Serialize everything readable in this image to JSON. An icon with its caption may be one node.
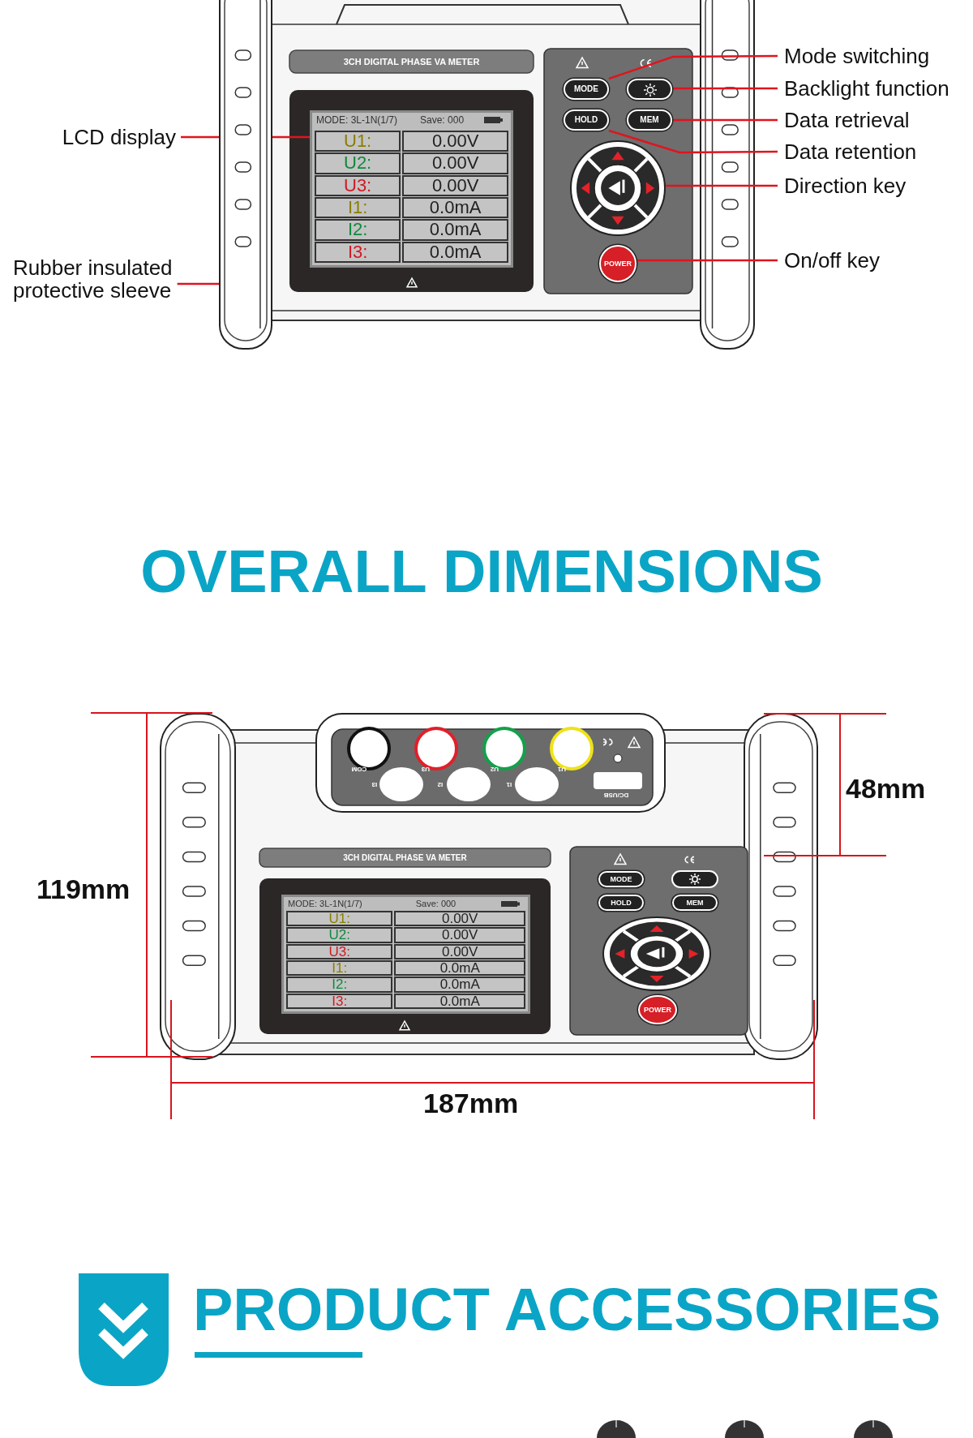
{
  "diagram": {
    "nodes": [
      {
        "text": [
          "LCD display"
        ]
      },
      {
        "text": [
          "Rubber insulated protective sleeve"
        ]
      },
      {
        "text": [
          "Mode switching"
        ]
      },
      {
        "text": [
          "Backlight function"
        ]
      },
      {
        "text": [
          "Data retrieval"
        ]
      },
      {
        "text": [
          "Data retention"
        ]
      },
      {
        "text": [
          "Direction key"
        ]
      },
      {
        "text": [
          "On/off key"
        ]
      },
      {
        "text": [],
        "shape": "box"
      },
      {
        "text": [],
        "shape": "bar"
      },
      {
        "text": [
          "MODE"
        ]
      },
      {
        "text": [],
        "shape": "button"
      },
      {
        "text": [
          "MEM"
        ]
      },
      {
        "text": [
          "HOLD"
        ]
      },
      {
        "text": [],
        "shape": "circle"
      },
      {
        "text": [
          "POWER"
        ]
      }
    ],
    "edges": [
      {
        "from": 0,
        "to": 8,
        "arrow": "none"
      },
      {
        "from": 1,
        "to": 9,
        "arrow": "none"
      },
      {
        "from": 2,
        "to": 10,
        "arrow": "none"
      },
      {
        "from": 3,
        "to": 11,
        "arrow": "none"
      },
      {
        "from": 4,
        "to": 12,
        "arrow": "none"
      },
      {
        "from": 5,
        "to": 13,
        "arrow": "none"
      },
      {
        "from": 6,
        "to": 14,
        "arrow": "none"
      },
      {
        "from": 7,
        "to": 15,
        "arrow": "none"
      }
    ],
    "labels": [
      "3CH DIGITAL PHASE VA METER",
      "MODE: 3L-1N(1/7)",
      "Save: 000",
      "U1:",
      "0.00V",
      "U2:",
      "0.00V",
      "U3:",
      "0.00V",
      "I1:",
      "0.0mA",
      "I2:",
      "0.0mA",
      "I3:",
      "0.0mA",
      "OVERALL DIMENSIONS",
      "COM",
      "U3",
      "U2",
      "U1",
      "I3",
      "I2",
      "I1",
      "DC/USB",
      "48mm",
      "119mm",
      "3CH DIGITAL PHASE VA METER",
      "MODE: 3L-1N(1/7)",
      "Save: 000",
      "U1:",
      "0.00V",
      "U2:",
      "0.00V",
      "U3:",
      "0.00V",
      "I1:",
      "0.0mA",
      "I2:",
      "0.0mA",
      "I3:",
      "0.0mA",
      "MODE",
      "HOLD",
      "MEM",
      "POWER",
      "187mm",
      "PRODUCT ACCESSORIES"
    ]
  }
}
